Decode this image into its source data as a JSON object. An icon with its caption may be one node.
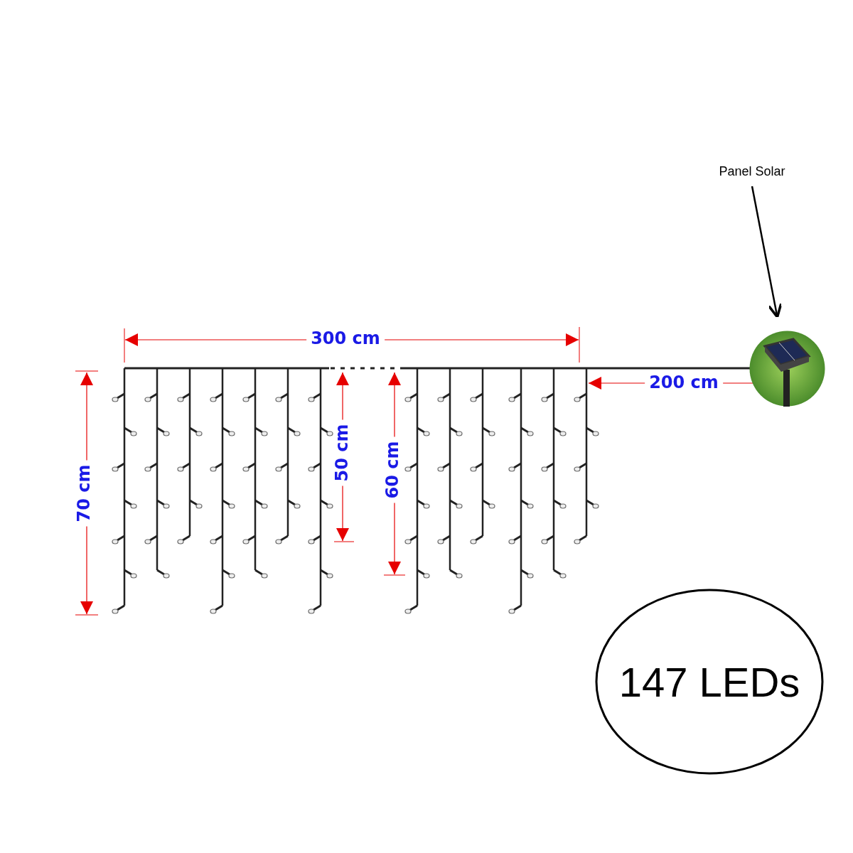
{
  "diagram": {
    "nodes": [
      {
        "text": [
          "Panel Solar"
        ]
      },
      {
        "text": [],
        "shape": "picture"
      },
      {
        "text": [
          "147 LEDs"
        ]
      }
    ],
    "edges": [
      {
        "from": 0,
        "to": 1,
        "arrow": "to"
      }
    ],
    "labels": [
      "300 cm",
      "70 cm",
      "50 cm",
      "60 cm",
      "200 cm"
    ]
  }
}
